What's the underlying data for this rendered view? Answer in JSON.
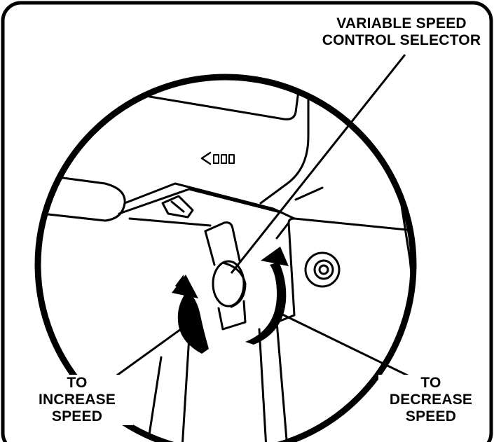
{
  "labels": {
    "selector": [
      "VARIABLE SPEED",
      "CONTROL SELECTOR"
    ],
    "increase": [
      "TO",
      "INCREASE",
      "SPEED"
    ],
    "decrease": [
      "TO",
      "DECREASE",
      "SPEED"
    ]
  },
  "colors": {
    "ink": "#000000",
    "paper": "#ffffff"
  }
}
